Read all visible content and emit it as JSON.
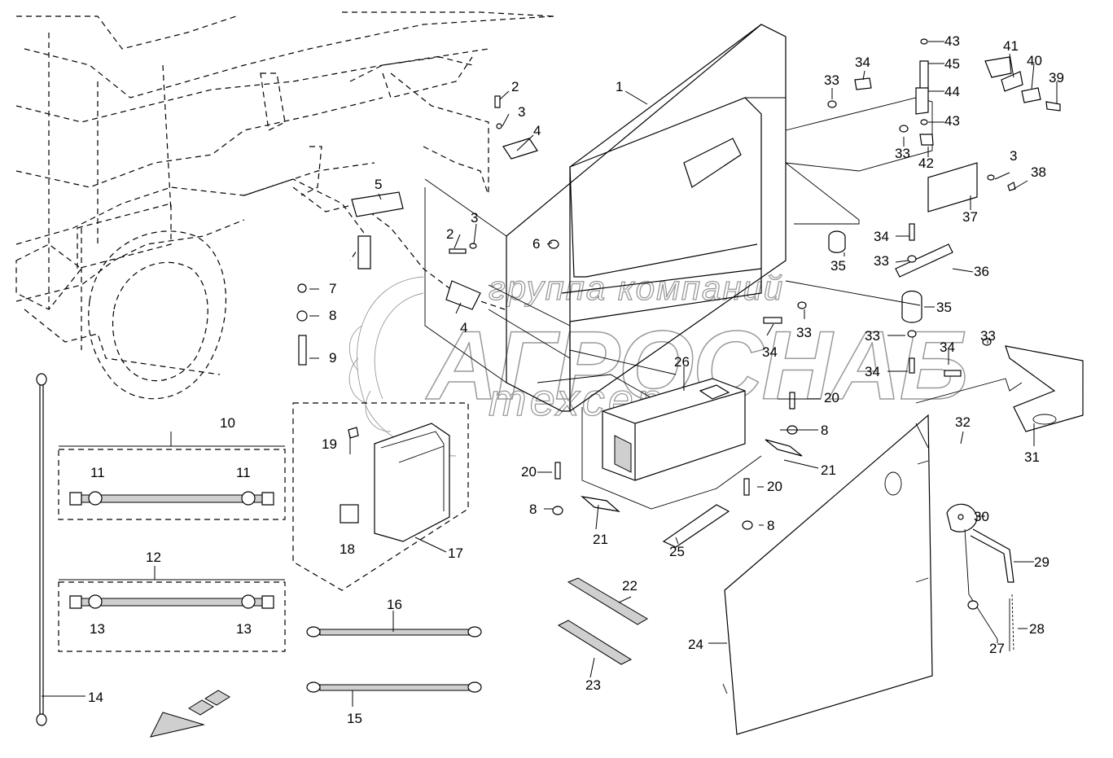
{
  "title": "Battery box and battery mounting — exploded parts diagram",
  "watermark": {
    "line1": "группа компаний",
    "line2": "АГРОСНАБ",
    "line3": "техсервис"
  },
  "callouts": [
    {
      "id": "c1",
      "label": "1"
    },
    {
      "id": "c2a",
      "label": "2"
    },
    {
      "id": "c3a",
      "label": "3"
    },
    {
      "id": "c4a",
      "label": "4"
    },
    {
      "id": "c5",
      "label": "5"
    },
    {
      "id": "c2b",
      "label": "2"
    },
    {
      "id": "c3b",
      "label": "3"
    },
    {
      "id": "c6",
      "label": "6"
    },
    {
      "id": "c7",
      "label": "7"
    },
    {
      "id": "c8a",
      "label": "8"
    },
    {
      "id": "c4b",
      "label": "4"
    },
    {
      "id": "c9",
      "label": "9"
    },
    {
      "id": "c10",
      "label": "10"
    },
    {
      "id": "c11a",
      "label": "11"
    },
    {
      "id": "c11b",
      "label": "11"
    },
    {
      "id": "c12",
      "label": "12"
    },
    {
      "id": "c13a",
      "label": "13"
    },
    {
      "id": "c13b",
      "label": "13"
    },
    {
      "id": "c14",
      "label": "14"
    },
    {
      "id": "c15",
      "label": "15"
    },
    {
      "id": "c16",
      "label": "16"
    },
    {
      "id": "c17",
      "label": "17"
    },
    {
      "id": "c18",
      "label": "18"
    },
    {
      "id": "c19",
      "label": "19"
    },
    {
      "id": "c20a",
      "label": "20"
    },
    {
      "id": "c8b",
      "label": "8"
    },
    {
      "id": "c21a",
      "label": "21"
    },
    {
      "id": "c20b",
      "label": "20"
    },
    {
      "id": "c8c",
      "label": "8"
    },
    {
      "id": "c21b",
      "label": "21"
    },
    {
      "id": "c20c",
      "label": "20"
    },
    {
      "id": "c8d",
      "label": "8"
    },
    {
      "id": "c22",
      "label": "22"
    },
    {
      "id": "c23",
      "label": "23"
    },
    {
      "id": "c24",
      "label": "24"
    },
    {
      "id": "c25",
      "label": "25"
    },
    {
      "id": "c26",
      "label": "26"
    },
    {
      "id": "c27",
      "label": "27"
    },
    {
      "id": "c28",
      "label": "28"
    },
    {
      "id": "c29",
      "label": "29"
    },
    {
      "id": "c30",
      "label": "30"
    },
    {
      "id": "c31",
      "label": "31"
    },
    {
      "id": "c32",
      "label": "32"
    },
    {
      "id": "c33a",
      "label": "33"
    },
    {
      "id": "c34a",
      "label": "34"
    },
    {
      "id": "c33b",
      "label": "33"
    },
    {
      "id": "c42",
      "label": "42"
    },
    {
      "id": "c43a",
      "label": "43"
    },
    {
      "id": "c45",
      "label": "45"
    },
    {
      "id": "c44",
      "label": "44"
    },
    {
      "id": "c43b",
      "label": "43"
    },
    {
      "id": "c41",
      "label": "41"
    },
    {
      "id": "c40",
      "label": "40"
    },
    {
      "id": "c39",
      "label": "39"
    },
    {
      "id": "c3c",
      "label": "3"
    },
    {
      "id": "c38",
      "label": "38"
    },
    {
      "id": "c37",
      "label": "37"
    },
    {
      "id": "c34b",
      "label": "34"
    },
    {
      "id": "c33c",
      "label": "33"
    },
    {
      "id": "c36",
      "label": "36"
    },
    {
      "id": "c35a",
      "label": "35"
    },
    {
      "id": "c35b",
      "label": "35"
    },
    {
      "id": "c33d",
      "label": "33"
    },
    {
      "id": "c34c",
      "label": "34"
    },
    {
      "id": "c33e",
      "label": "33"
    },
    {
      "id": "c34d",
      "label": "34"
    },
    {
      "id": "c34e",
      "label": "34"
    },
    {
      "id": "c33f",
      "label": "33"
    }
  ]
}
